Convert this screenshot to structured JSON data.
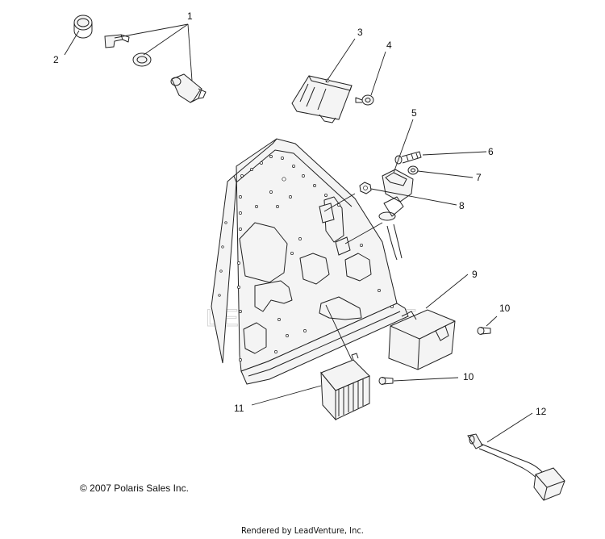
{
  "callouts": {
    "c1": "1",
    "c2": "2",
    "c3": "3",
    "c4": "4",
    "c5": "5",
    "c6": "6",
    "c7": "7",
    "c8": "8",
    "c9": "9",
    "c10a": "10",
    "c10b": "10",
    "c11": "11",
    "c12": "12"
  },
  "watermark": "LEADVENTURE",
  "copyright": "© 2007 Polaris Sales Inc.",
  "rendered_by": "Rendered by LeadVenture, Inc."
}
